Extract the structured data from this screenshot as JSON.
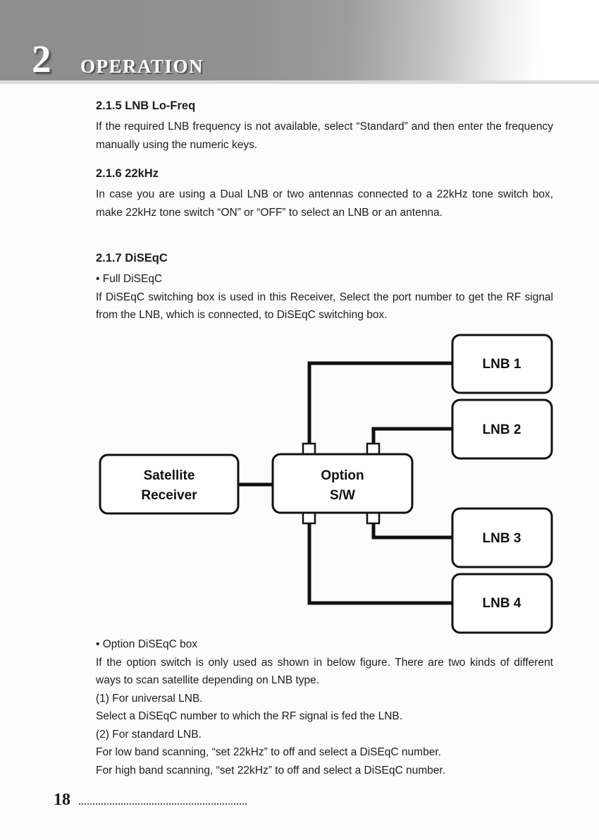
{
  "header": {
    "chapter_number": "2",
    "chapter_title": "OPERATION"
  },
  "sections": [
    {
      "heading": "2.1.5 LNB Lo-Freq",
      "body": "If the required LNB frequency is not available, select “Standard” and then enter the frequency manually using the numeric keys."
    },
    {
      "heading": "2.1.6 22kHz",
      "body": "In case you are using a Dual LNB or two antennas connected to a 22kHz tone switch box, make 22kHz tone switch “ON” or “OFF” to select an LNB or an antenna."
    },
    {
      "heading": "2.1.7 DiSEqC",
      "bullet": "• Full DiSEqC",
      "body": "If DiSEqC switching box is used in this Receiver, Select the port number to get the RF signal from the LNB, which is connected, to DiSEqC switching box."
    }
  ],
  "diagram": {
    "satellite_receiver": {
      "line1": "Satellite",
      "line2": "Receiver"
    },
    "option_switch": {
      "line1": "Option",
      "line2": "S/W"
    },
    "lnb1": "LNB 1",
    "lnb2": "LNB 2",
    "lnb3": "LNB 3",
    "lnb4": "LNB 4"
  },
  "option_section": {
    "bullet": "• Option DiSEqC box",
    "paragraph": "If the option switch is only used as shown in below figure. There are two kinds of different ways to scan satellite depending on LNB type.",
    "lines": [
      "(1) For universal LNB.",
      "Select a DiSEqC number to which the RF signal is fed the LNB.",
      "(2) For standard LNB.",
      "For low band scanning, “set 22kHz” to off and select a DiSEqC number.",
      "For high band scanning, “set 22kHz” to off and select a DiSEqC number."
    ]
  },
  "footer": {
    "page_number": "18"
  },
  "colors": {
    "header_band_gray": "#8f8f8f",
    "text": "#1d1d1d",
    "diagram_stroke": "#111111"
  }
}
